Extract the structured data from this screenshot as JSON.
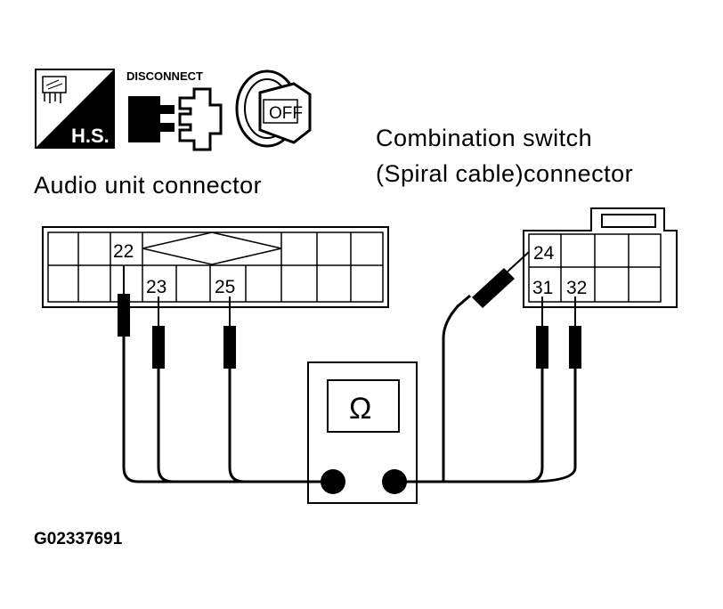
{
  "icons": {
    "hs_label": "H.S.",
    "disconnect_label": "DISCONNECT",
    "ignition_label": "OFF",
    "hs_icon": "harness-service-icon",
    "disconnect_icon": "disconnect-connector-icon",
    "ignition_icon": "ignition-key-off-icon"
  },
  "labels": {
    "audio_unit": "Audio unit connector",
    "combination_switch_line1": "Combination switch",
    "combination_switch_line2": "(Spiral cable)connector"
  },
  "audio_connector": {
    "pins": [
      "22",
      "23",
      "25"
    ]
  },
  "combination_connector": {
    "pins": [
      "24",
      "31",
      "32"
    ]
  },
  "meter": {
    "symbol": "Ω"
  },
  "figure_code": "G02337691"
}
